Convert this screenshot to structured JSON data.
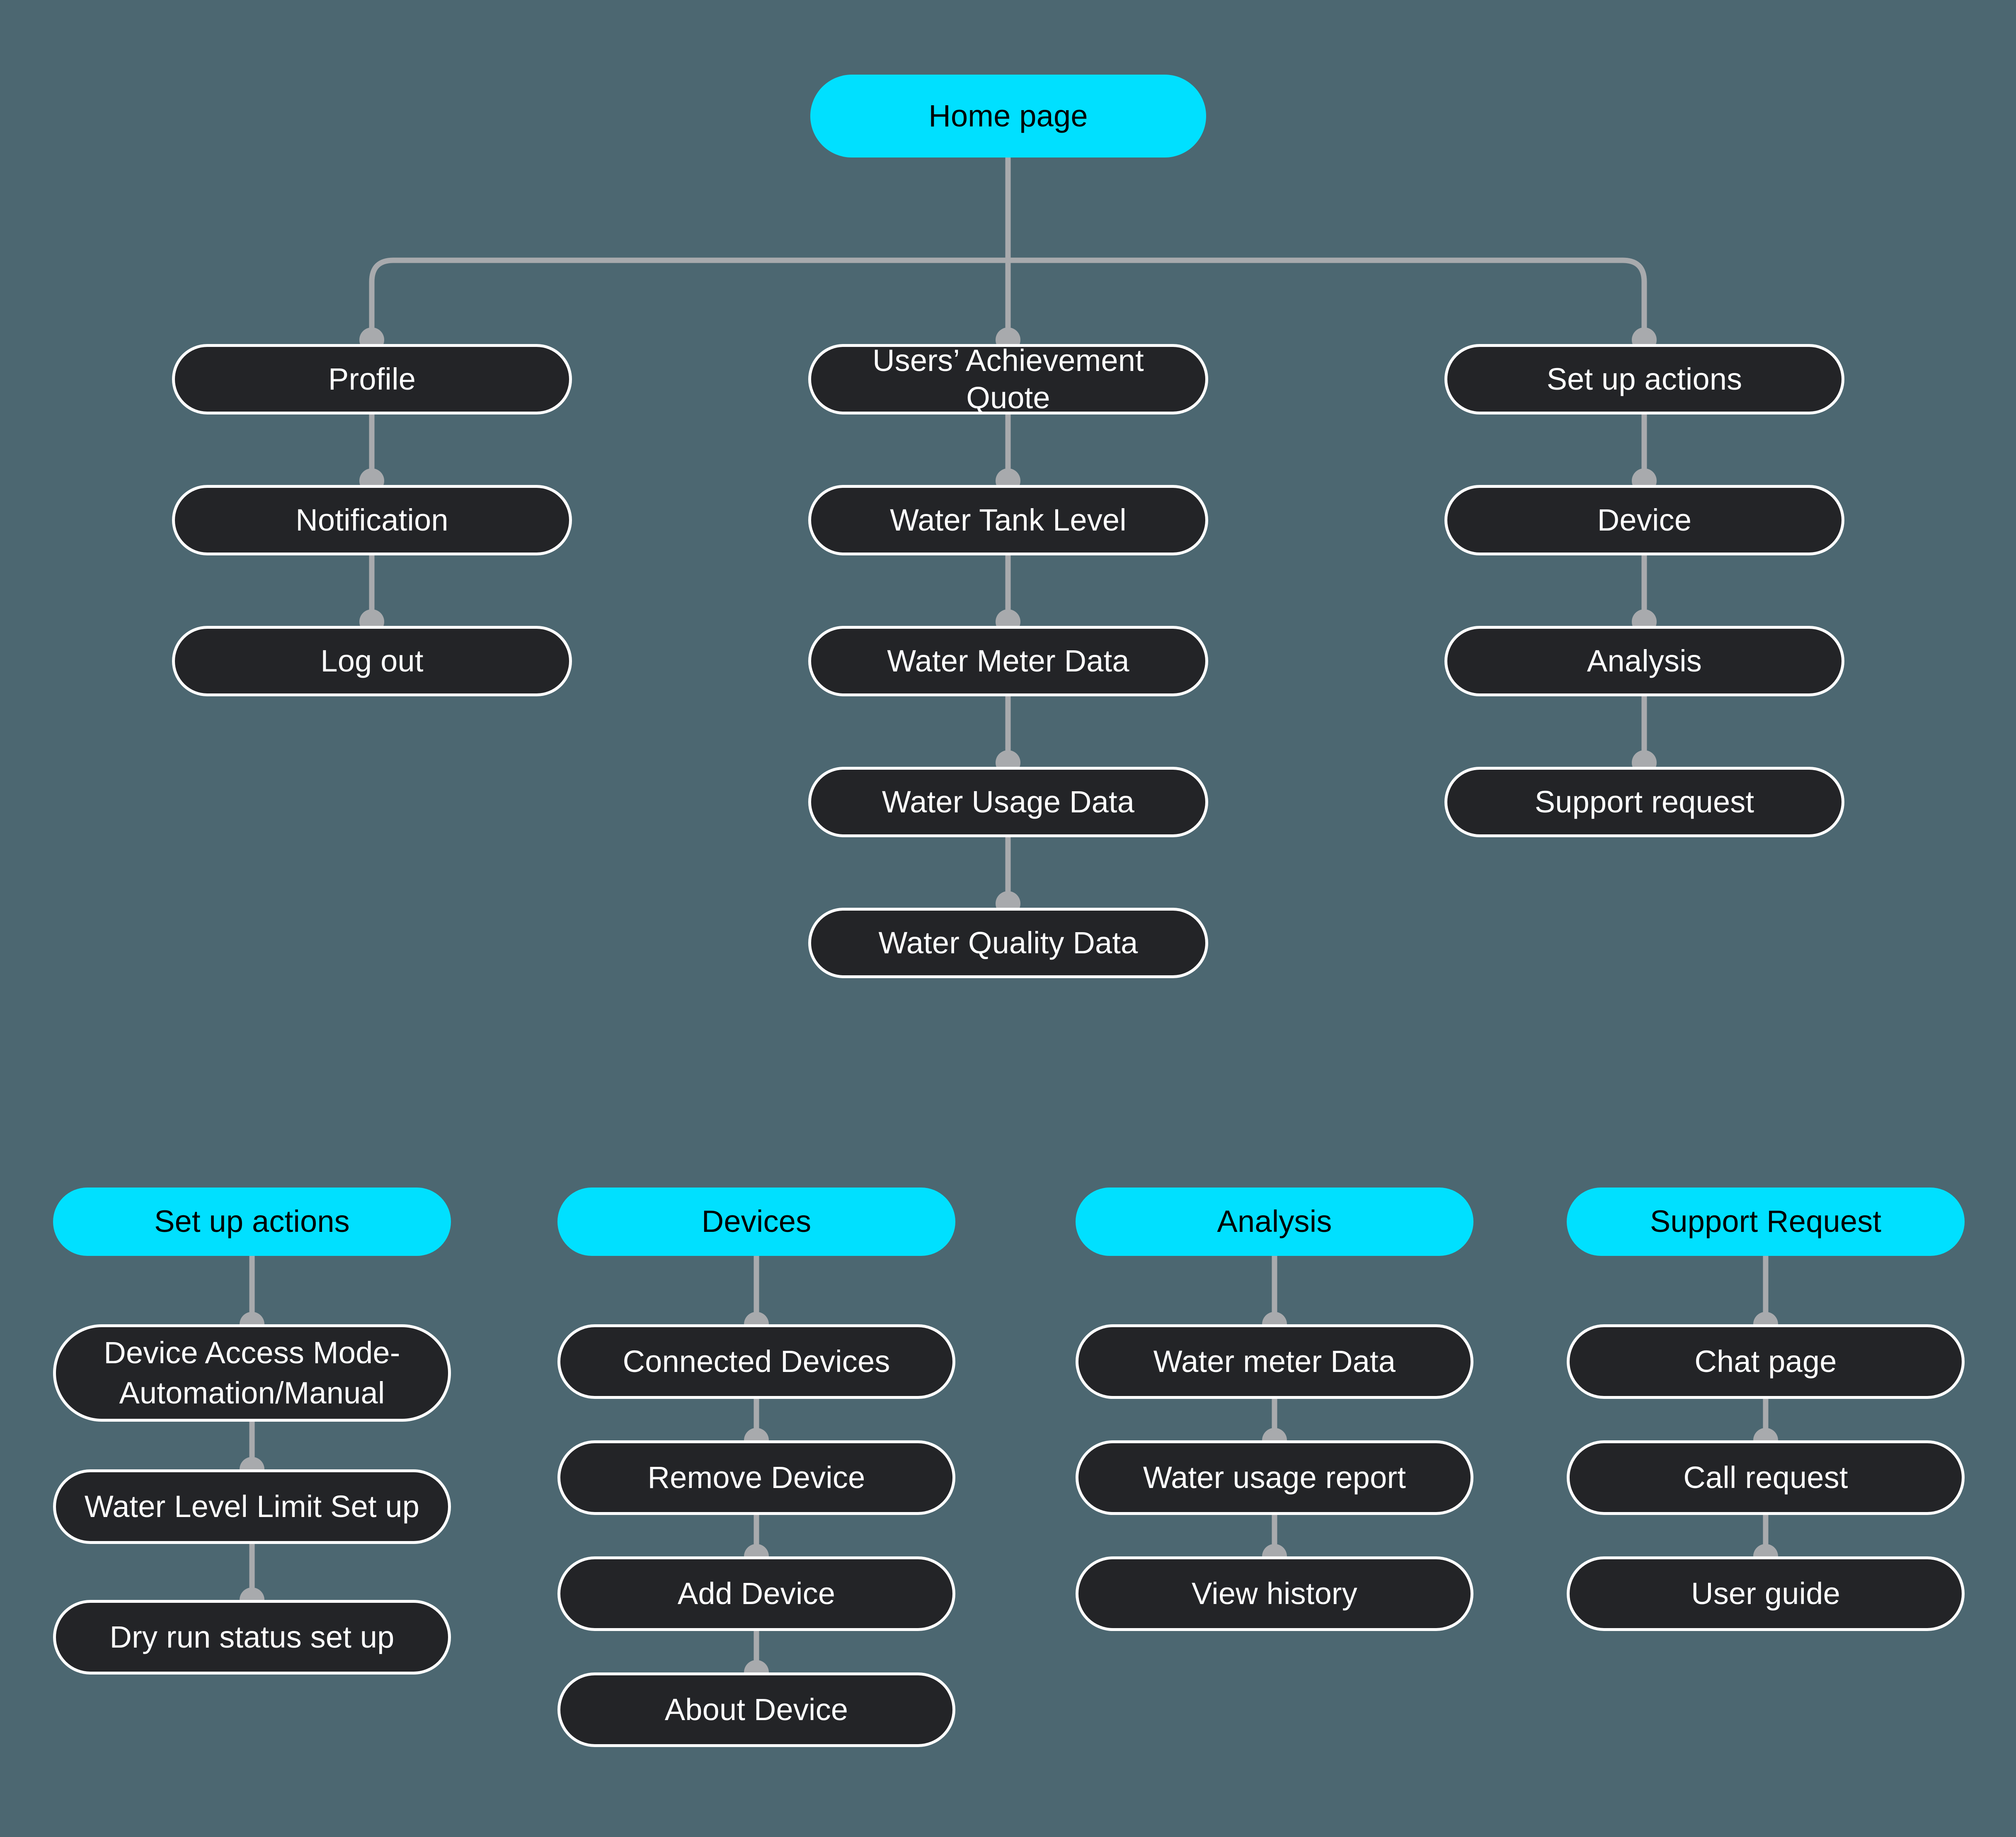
{
  "meta": {
    "title": "Water management app sitemap",
    "background_color": "#4C6771",
    "accent_color": "#00E0FF",
    "node_fill_color": "#232427",
    "node_border_color": "#FFFFFF",
    "connector_color": "#A8AAAD",
    "node_text_color": "#FFFFFF",
    "accent_text_color": "#000000"
  },
  "top_tree": {
    "root": {
      "label": "Home page",
      "style": "accent"
    },
    "branches": [
      {
        "name": "profile-branch",
        "nodes": [
          {
            "label": "Profile"
          },
          {
            "label": "Notification"
          },
          {
            "label": "Log out"
          }
        ]
      },
      {
        "name": "achievement-branch",
        "nodes": [
          {
            "label": "Users’ Achievement Quote"
          },
          {
            "label": "Water Tank Level"
          },
          {
            "label": "Water Meter Data"
          },
          {
            "label": "Water Usage Data"
          },
          {
            "label": "Water Quality Data"
          }
        ]
      },
      {
        "name": "setup-branch",
        "nodes": [
          {
            "label": "Set up actions"
          },
          {
            "label": "Device"
          },
          {
            "label": "Analysis"
          },
          {
            "label": "Support request"
          }
        ]
      }
    ]
  },
  "bottom_groups": [
    {
      "name": "set-up-actions-group",
      "header": {
        "label": "Set up actions",
        "style": "accent"
      },
      "nodes": [
        {
          "label": "Device Access Mode-\nAutomation/Manual",
          "two_line": true
        },
        {
          "label": "Water Level Limit Set up"
        },
        {
          "label": "Dry run status set up"
        }
      ]
    },
    {
      "name": "devices-group",
      "header": {
        "label": "Devices",
        "style": "accent"
      },
      "nodes": [
        {
          "label": "Connected Devices"
        },
        {
          "label": "Remove Device"
        },
        {
          "label": "Add Device"
        },
        {
          "label": "About Device"
        }
      ]
    },
    {
      "name": "analysis-group",
      "header": {
        "label": "Analysis",
        "style": "accent"
      },
      "nodes": [
        {
          "label": "Water meter Data"
        },
        {
          "label": "Water usage report"
        },
        {
          "label": "View history"
        }
      ]
    },
    {
      "name": "support-request-group",
      "header": {
        "label": "Support Request",
        "style": "accent"
      },
      "nodes": [
        {
          "label": "Chat page"
        },
        {
          "label": "Call request"
        },
        {
          "label": "User guide"
        }
      ]
    }
  ]
}
